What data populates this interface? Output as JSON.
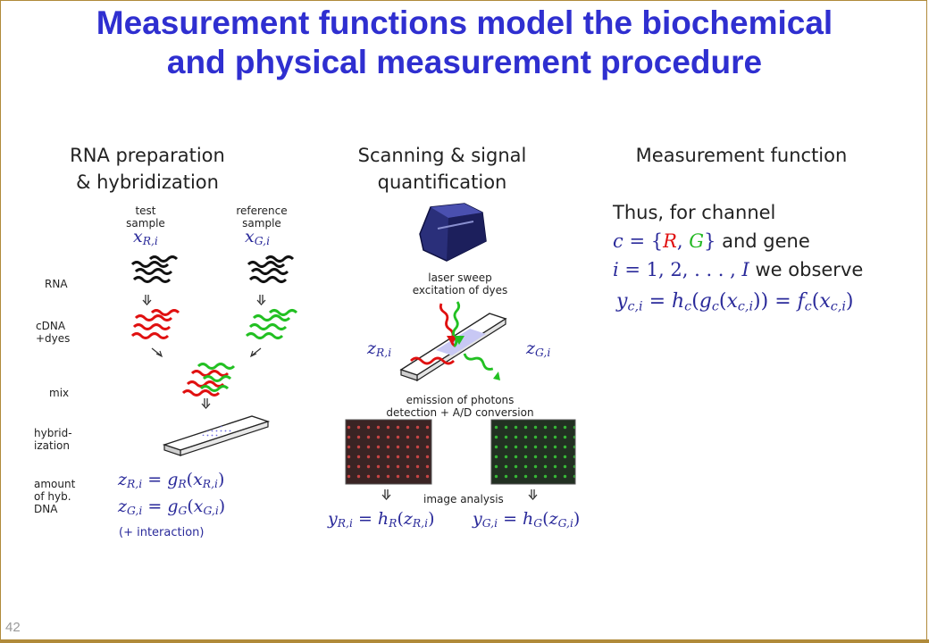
{
  "slide": {
    "title_line1": "Measurement functions model the biochemical",
    "title_line2": "and physical measurement procedure",
    "page_number": "42"
  },
  "column1": {
    "header_line1": "RNA preparation",
    "header_line2": "& hybridization",
    "test_sample_line1": "test",
    "test_sample_line2": "sample",
    "reference_sample_line1": "reference",
    "reference_sample_line2": "sample",
    "row_labels": {
      "rna": "RNA",
      "cdna_line1": "cDNA",
      "cdna_line2": "+dyes",
      "mix": "mix",
      "hybrid_line1": "hybrid-",
      "hybrid_line2": "ization",
      "amount_line1": "amount",
      "amount_line2": "of hyb.",
      "amount_line3": "DNA"
    },
    "interaction_note": "(+ interaction)"
  },
  "column2": {
    "header_line1": "Scanning & signal",
    "header_line2": "quantification",
    "laser_line1": "laser sweep",
    "laser_line2": "excitation of dyes",
    "emission_line1": "emission of photons",
    "emission_line2": "detection + A/D conversion",
    "image_analysis": "image analysis"
  },
  "column3": {
    "header": "Measurement function",
    "line1": "Thus, for channel",
    "line2_text": "and gene",
    "line3_text": "we observe"
  },
  "colors": {
    "title": "#2f2fd0",
    "math": "#2a2a9a",
    "red_channel": "#e01010",
    "green_channel": "#22b822",
    "frame": "#b08a3a"
  }
}
